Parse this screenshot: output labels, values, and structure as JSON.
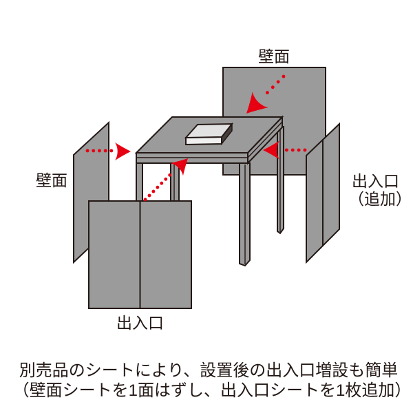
{
  "colors": {
    "background": "#ffffff",
    "panel-gray": "#9b9b9b",
    "outline": "#231815",
    "accent-red": "#e60012",
    "text": "#231815",
    "book-top": "#e2e2e2",
    "book-front": "#f0f0f0",
    "book-side": "#453e3a"
  },
  "labels": {
    "wall_top": "壁面",
    "wall_left": "壁面",
    "entrance_front": "出入口",
    "entrance_additional_line1": "出入口",
    "entrance_additional_line2": "（追加）"
  },
  "caption": {
    "line1": "別売品のシートにより、設置後の出入口増設も簡単",
    "line2": "（壁面シートを1面はずし、出入口シートを1枚追加）"
  },
  "icons": {
    "arrow_top": "red-dotted-arrow-down-left",
    "arrow_left": "red-dotted-arrow-right",
    "arrow_right": "red-dotted-arrow-left",
    "arrow_bottom": "red-dotted-arrow-up-right"
  }
}
